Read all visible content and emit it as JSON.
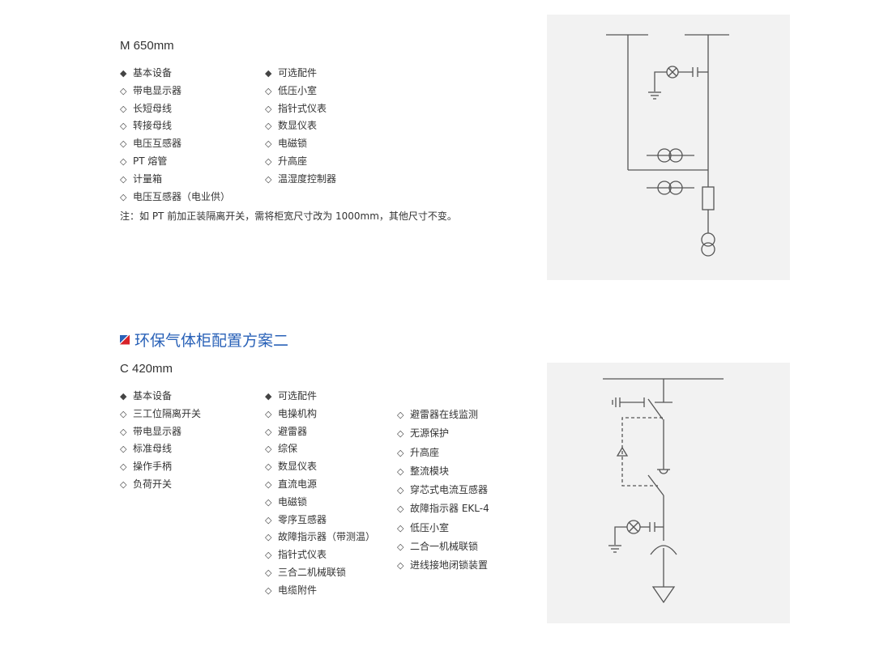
{
  "section1": {
    "dimension": "M 650mm",
    "basic_header": "基本设备",
    "basic_items": [
      "带电显示器",
      "长短母线",
      "转接母线",
      "电压互感器",
      "PT 熔管",
      "计量箱",
      "电压互感器（电业供）"
    ],
    "optional_header": "可选配件",
    "optional_items": [
      "低压小室",
      "指针式仪表",
      "数显仪表",
      "电磁锁",
      "升高座",
      "温湿度控制器"
    ],
    "note": "注：如 PT 前加正装隔离开关，需将柜宽尺寸改为 1000mm，其他尺寸不变。"
  },
  "section2": {
    "title": "环保气体柜配置方案二",
    "dimension": "C 420mm",
    "basic_header": "基本设备",
    "basic_items": [
      "三工位隔离开关",
      "带电显示器",
      "标准母线",
      "操作手柄",
      "负荷开关"
    ],
    "optional_header": "可选配件",
    "optional_items": [
      "电操机构",
      "避雷器",
      "综保",
      "数显仪表",
      "直流电源",
      "电磁锁",
      "零序互感器",
      "故障指示器（带测温）",
      "指针式仪表",
      "三合二机械联锁",
      "电缆附件"
    ],
    "optional_items_2": [
      "避雷器在线监测",
      "无源保护",
      "升高座",
      "整流模块",
      "穿芯式电流互感器",
      "故障指示器 EKL-4",
      "低压小室",
      "二合一机械联锁",
      "进线接地闭锁装置"
    ]
  },
  "colors": {
    "title": "#2a62b8",
    "flag_red": "#d8232a",
    "flag_blue": "#2a62b8",
    "panel": "#f2f2f2"
  },
  "symbols": {
    "filled": "◆",
    "hollow": "◇"
  }
}
